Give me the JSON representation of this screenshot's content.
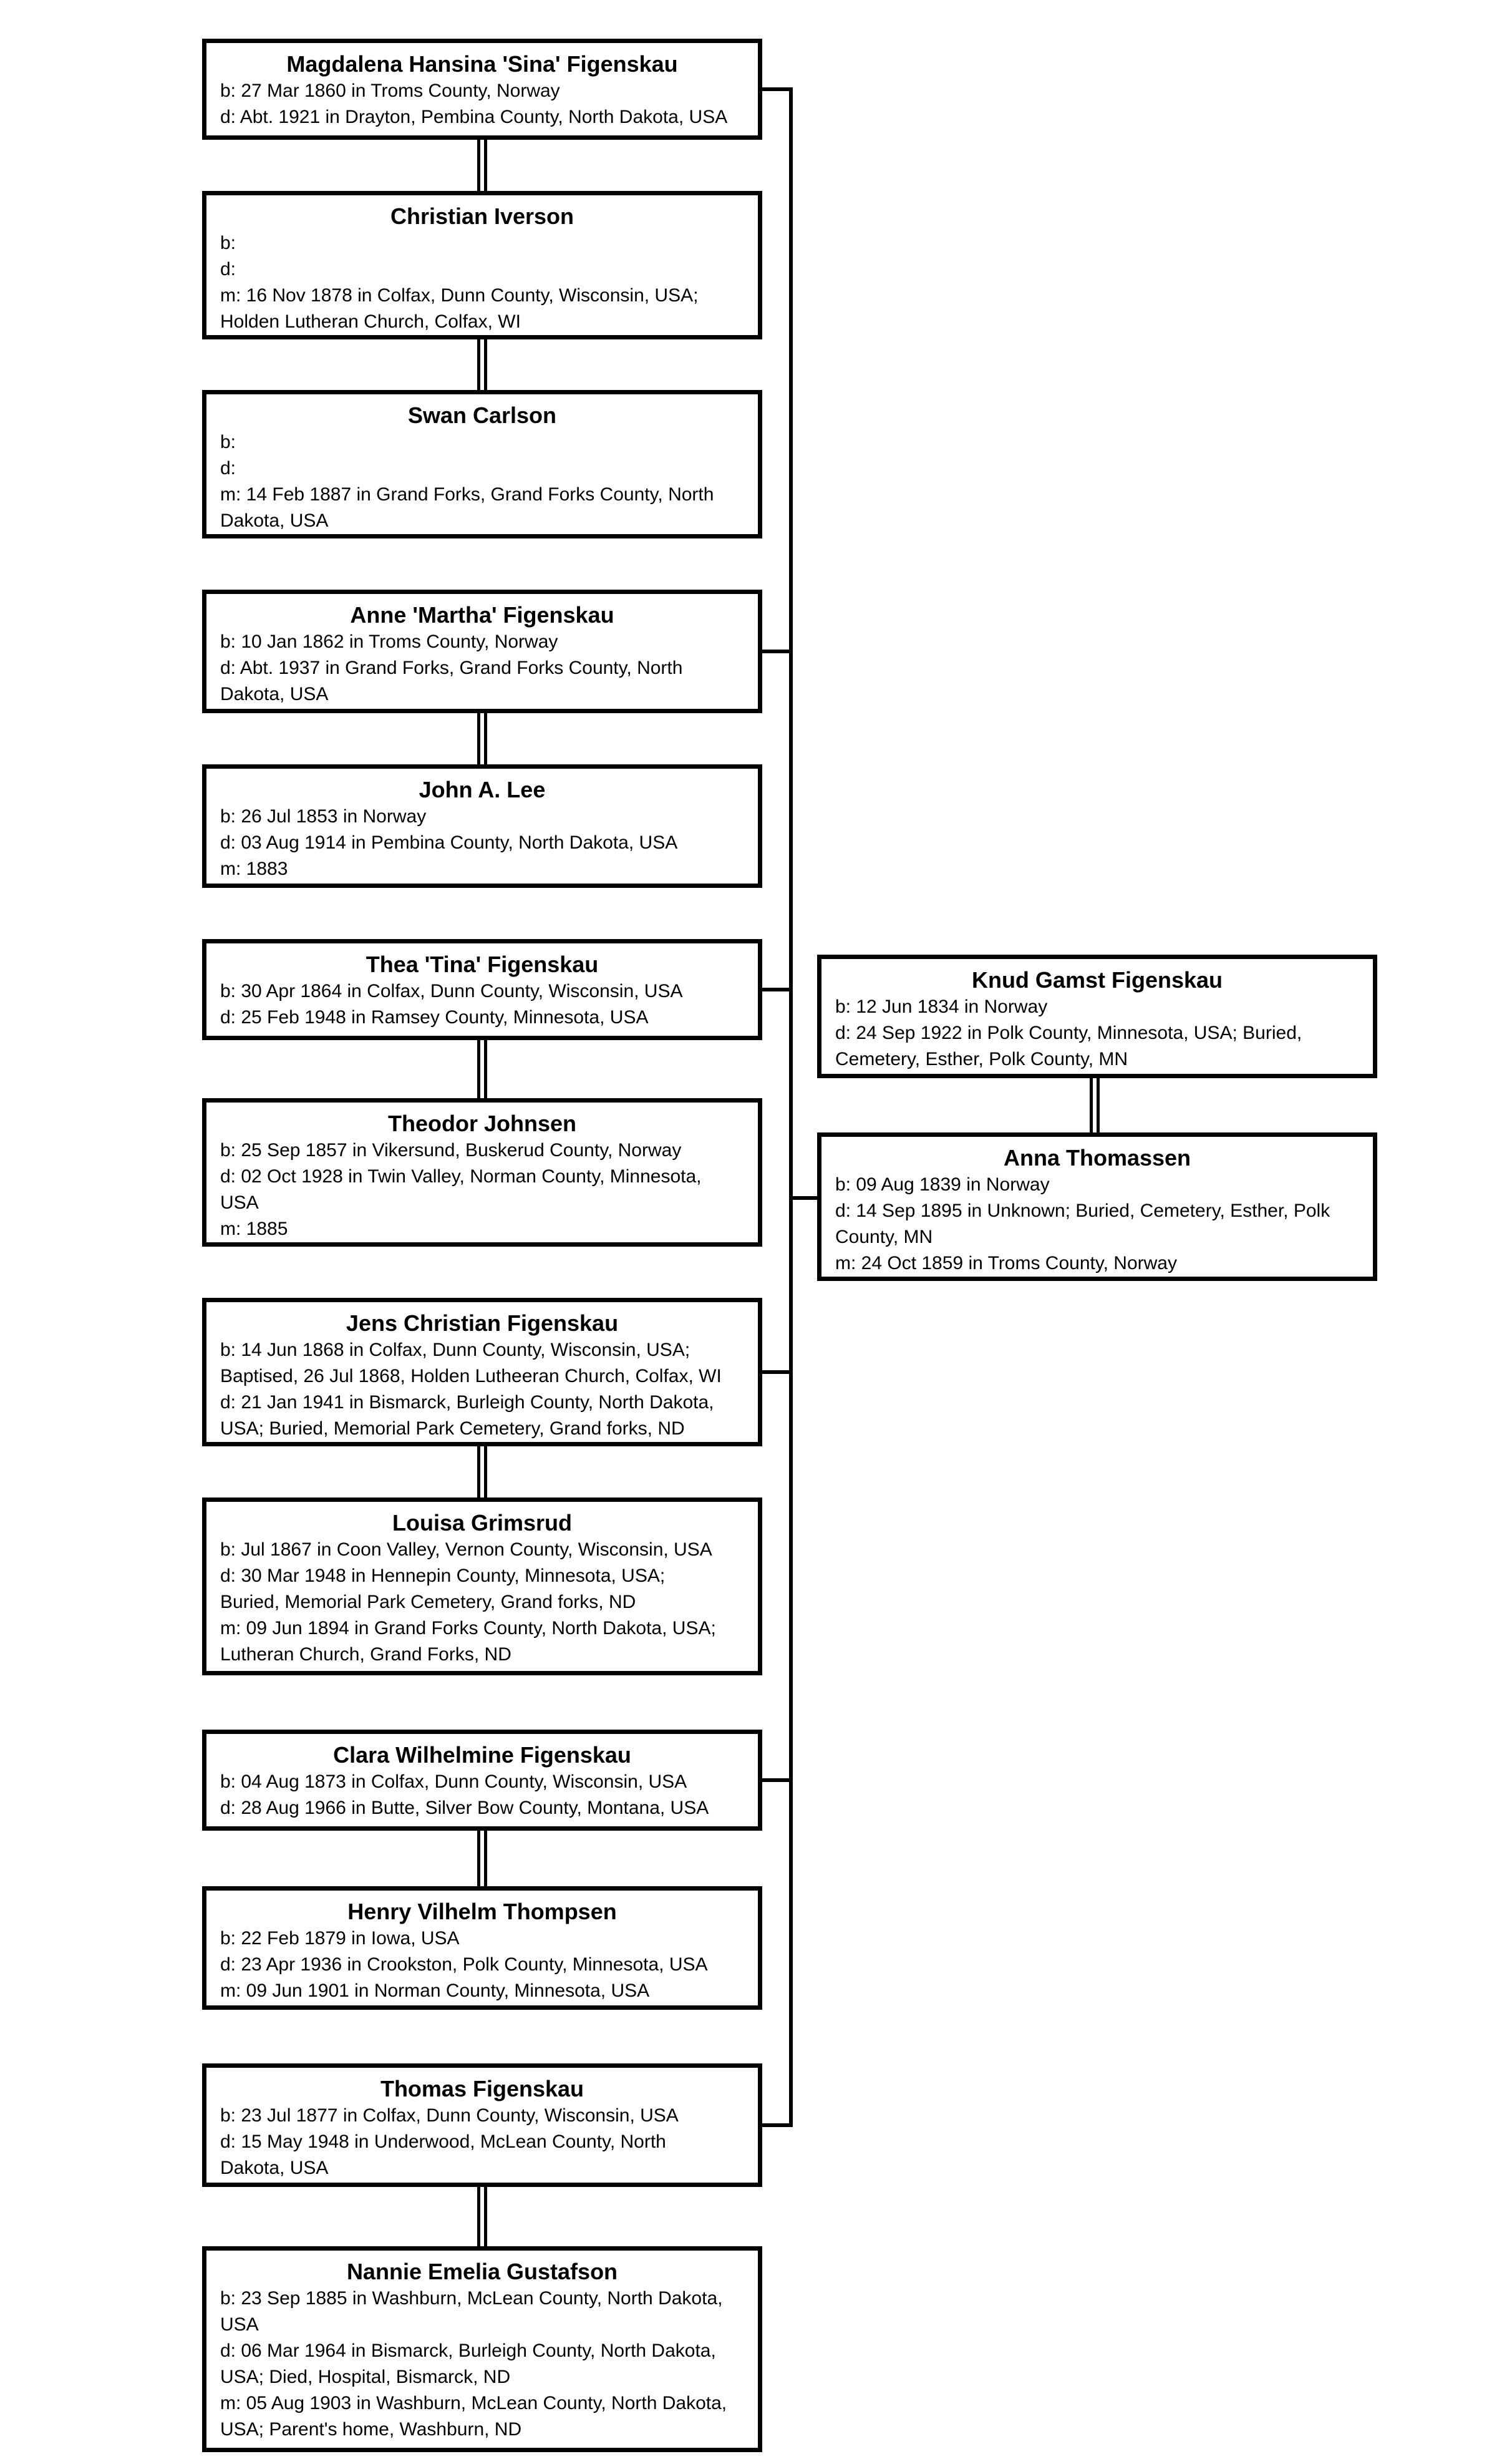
{
  "diagram": {
    "type": "family-tree-descendant-chart",
    "background_color": "#ffffff",
    "line_color": "#000000",
    "text_color": "#000000",
    "people_left": [
      {
        "name": "Magdalena Hansina 'Sina' Figenskau",
        "details": [
          "b: 27 Mar 1860 in Troms County, Norway",
          "d: Abt. 1921 in Drayton, Pembina County, North Dakota, USA"
        ]
      },
      {
        "name": "Christian Iverson",
        "details": [
          "b:",
          "d:",
          "m: 16 Nov 1878 in Colfax, Dunn County, Wisconsin, USA;",
          "Holden Lutheran Church, Colfax, WI"
        ]
      },
      {
        "name": "Swan Carlson",
        "details": [
          "b:",
          "d:",
          "m: 14 Feb 1887 in Grand Forks, Grand Forks County, North",
          "Dakota, USA"
        ]
      },
      {
        "name": "Anne 'Martha' Figenskau",
        "details": [
          "b: 10 Jan 1862 in Troms County, Norway",
          "d: Abt. 1937 in Grand Forks, Grand Forks County, North",
          "Dakota, USA"
        ]
      },
      {
        "name": "John A. Lee",
        "details": [
          "b: 26 Jul 1853 in Norway",
          "d: 03 Aug 1914 in Pembina County, North Dakota, USA",
          "m: 1883"
        ]
      },
      {
        "name": "Thea 'Tina' Figenskau",
        "details": [
          "b: 30 Apr 1864 in Colfax, Dunn County, Wisconsin, USA",
          "d: 25 Feb 1948 in Ramsey County, Minnesota, USA"
        ]
      },
      {
        "name": "Theodor Johnsen",
        "details": [
          "b: 25 Sep 1857 in Vikersund, Buskerud County, Norway",
          "d: 02 Oct 1928 in Twin Valley, Norman County, Minnesota,",
          "USA",
          "m: 1885"
        ]
      },
      {
        "name": "Jens Christian Figenskau",
        "details": [
          "b: 14 Jun 1868 in Colfax, Dunn County, Wisconsin, USA;",
          "Baptised, 26 Jul 1868, Holden Lutheeran Church, Colfax, WI",
          "d: 21 Jan 1941 in Bismarck, Burleigh County, North Dakota,",
          "USA; Buried, Memorial Park Cemetery, Grand forks, ND"
        ]
      },
      {
        "name": "Louisa Grimsrud",
        "details": [
          "b: Jul 1867 in Coon Valley, Vernon County, Wisconsin, USA",
          "d: 30 Mar 1948 in Hennepin County, Minnesota, USA;",
          "Buried, Memorial Park Cemetery, Grand forks, ND",
          "m: 09 Jun 1894 in Grand Forks County, North Dakota, USA;",
          "Lutheran Church, Grand Forks, ND"
        ]
      },
      {
        "name": "Clara Wilhelmine Figenskau",
        "details": [
          "b: 04 Aug 1873 in Colfax, Dunn County, Wisconsin, USA",
          "d: 28 Aug 1966 in Butte, Silver Bow County, Montana, USA"
        ]
      },
      {
        "name": "Henry Vilhelm Thompsen",
        "details": [
          "b: 22 Feb 1879 in Iowa, USA",
          "d: 23 Apr 1936 in Crookston, Polk County, Minnesota, USA",
          "m: 09 Jun 1901 in Norman County, Minnesota, USA"
        ]
      },
      {
        "name": "Thomas Figenskau",
        "details": [
          "b: 23 Jul 1877 in Colfax, Dunn County, Wisconsin, USA",
          "d: 15 May 1948 in Underwood, McLean County, North",
          "Dakota, USA"
        ]
      },
      {
        "name": "Nannie Emelia Gustafson",
        "details": [
          "b: 23 Sep 1885 in Washburn, McLean County, North Dakota,",
          "USA",
          "d: 06 Mar 1964 in Bismarck, Burleigh County, North Dakota,",
          "USA; Died, Hospital, Bismarck, ND",
          "m: 05 Aug 1903 in Washburn, McLean County, North Dakota,",
          "USA; Parent's home, Washburn, ND"
        ]
      }
    ],
    "people_right": [
      {
        "name": "Knud Gamst Figenskau",
        "details": [
          "b: 12 Jun 1834 in Norway",
          "d: 24 Sep 1922 in Polk County, Minnesota, USA; Buried,",
          "Cemetery, Esther, Polk County, MN"
        ]
      },
      {
        "name": "Anna Thomassen",
        "details": [
          "b: 09 Aug 1839 in Norway",
          "d: 14 Sep 1895 in Unknown; Buried, Cemetery, Esther, Polk",
          "County, MN",
          "m: 24 Oct 1859 in Troms County, Norway"
        ]
      }
    ]
  }
}
